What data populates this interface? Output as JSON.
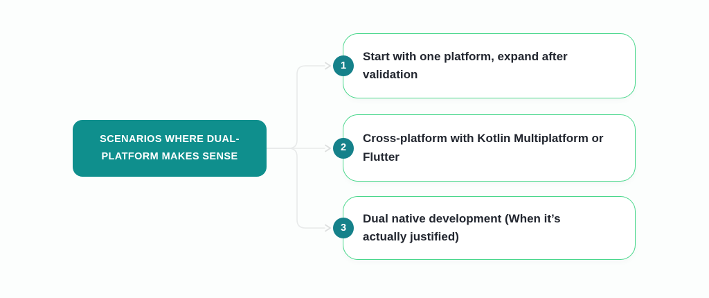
{
  "colors": {
    "page-bg": "#fcfefd",
    "teal": "#0f8f8d",
    "badge-teal": "#15818a",
    "card-border": "#48d78b",
    "card-bg": "#ffffff",
    "text-dark": "#22262f",
    "connector": "#e8eaea",
    "arrowhead": "#dcdede"
  },
  "root_node": {
    "line1": "SCENARIOS WHERE DUAL-",
    "line2": "PLATFORM MAKES SENSE"
  },
  "cards": [
    {
      "number": "1",
      "line1": "Start with one platform, expand after",
      "line2": "validation"
    },
    {
      "number": "2",
      "line1": "Cross-platform with Kotlin Multiplatform or",
      "line2": "Flutter"
    },
    {
      "number": "3",
      "line1": "Dual native development (When it’s",
      "line2": "actually justified)"
    }
  ]
}
